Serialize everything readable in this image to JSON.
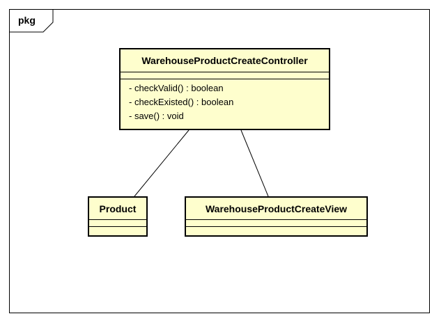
{
  "package": {
    "label": "pkg"
  },
  "classes": {
    "controller": {
      "name": "WarehouseProductCreateController",
      "operations": [
        "- checkValid() : boolean",
        "- checkExisted() : boolean",
        "- save() : void"
      ]
    },
    "product": {
      "name": "Product"
    },
    "view": {
      "name": "WarehouseProductCreateView"
    }
  },
  "colors": {
    "class_fill": "#fefecd",
    "stroke": "#000000"
  }
}
